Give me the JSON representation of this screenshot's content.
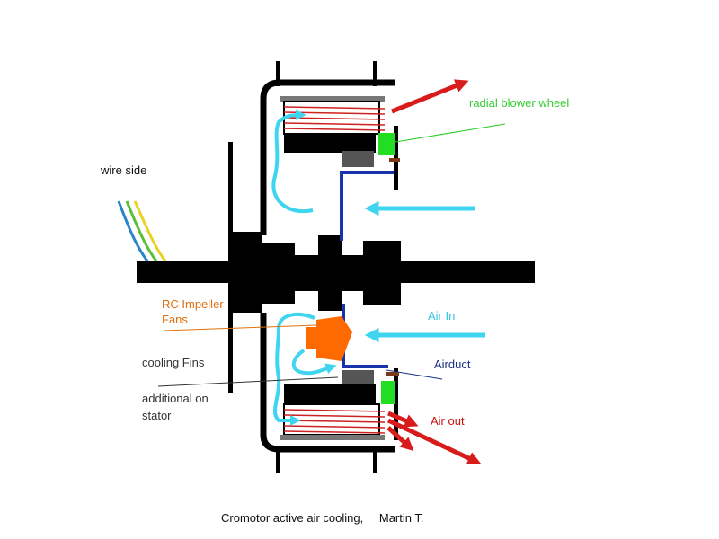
{
  "labels": {
    "radial_blower": "radial blower wheel",
    "wire_side": "wire side",
    "rc_impeller_line1": "RC Impeller",
    "rc_impeller_line2": "Fans",
    "air_in": "Air In",
    "airduct": "Airduct",
    "cooling_fins": "cooling Fins",
    "additional_line1": "additional on",
    "additional_line2": "stator",
    "air_out": "Air out"
  },
  "caption": {
    "title": "Cromotor active air cooling,",
    "author": "Martin T."
  },
  "colors": {
    "black": "#000000",
    "air_in_cyan": "#3fd4ef",
    "air_out_red": "#d81c1c",
    "blower_green": "#22dd22",
    "impeller_orange": "#ff6a00",
    "airduct_blue": "#1a33aa",
    "label_green": "#33cc33",
    "label_orange": "#e07010",
    "label_cyan": "#33c4e8",
    "label_navy": "#1a3388",
    "label_red": "#cc1111",
    "magnet_grey": "#555555",
    "coil_red": "#cc2222",
    "wire_blue": "#2a86c8",
    "wire_green": "#5cbf3a",
    "wire_yellow": "#e8d22a"
  }
}
